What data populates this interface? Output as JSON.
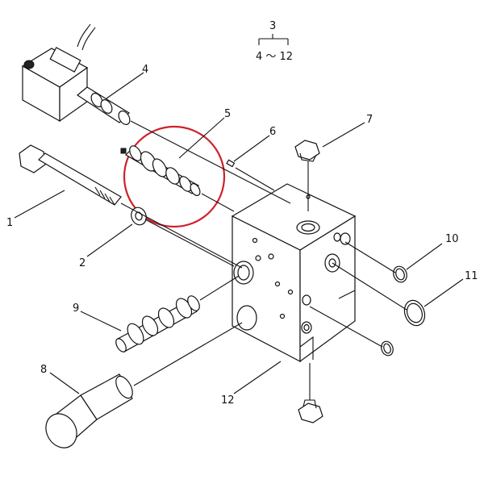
{
  "colors": {
    "ink": "#111111",
    "highlight": "#d0202a",
    "paper": "#ffffff"
  },
  "callouts": {
    "c1": "1",
    "c2": "2",
    "c3": "3",
    "c4": "4",
    "c5": "5",
    "c6": "6",
    "c7": "7",
    "c8": "8",
    "c9": "9",
    "c10": "10",
    "c11": "11",
    "c12": "12"
  },
  "group_note": {
    "range": "4 ～ 12"
  }
}
